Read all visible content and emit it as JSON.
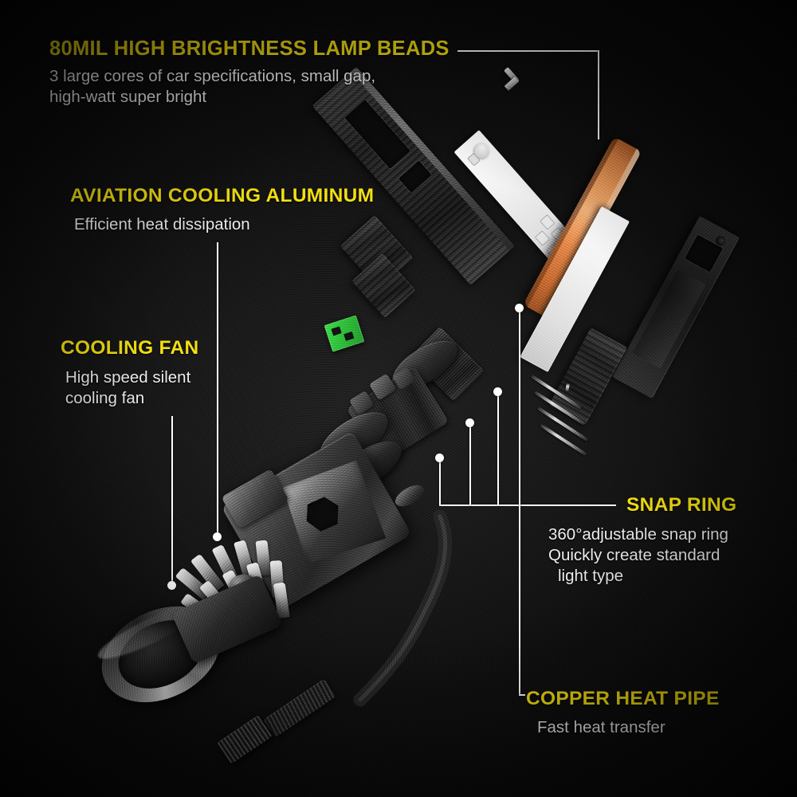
{
  "page": {
    "kind": "product-exploded-view-infographic",
    "product": "LED headlight bulb",
    "background_color": "#0d0d0d",
    "accent_color": "#f5e313",
    "body_text_color": "#f2f2f2",
    "leader_line_color": "#ffffff"
  },
  "callouts": [
    {
      "id": "lamp-beads",
      "title": "80MIL HIGH BRIGHTNESS LAMP BEADS",
      "body_lines": [
        "3 large cores of car specifications, small gap,",
        "high-watt super bright"
      ]
    },
    {
      "id": "aviation-aluminum",
      "title": "AVIATION COOLING ALUMINUM",
      "body_lines": [
        "Efficient heat dissipation"
      ]
    },
    {
      "id": "cooling-fan",
      "title": "COOLING FAN",
      "body_lines": [
        "High speed silent",
        "cooling fan"
      ]
    },
    {
      "id": "snap-ring",
      "title": "SNAP RING",
      "body_lines": [
        "360°adjustable snap ring",
        "Quickly create standard",
        "light type"
      ]
    },
    {
      "id": "copper-heat-pipe",
      "title": "COPPER HEAT PIPE",
      "body_lines": [
        "Fast heat transfer"
      ]
    }
  ],
  "parts": [
    {
      "name": "aluminum-heatsink-bar",
      "color": "#2b2b2b"
    },
    {
      "name": "led-lamp-bead-strip",
      "color": "#f4f4f4"
    },
    {
      "name": "copper-heat-pipe-bar",
      "color": "#ef9f5e"
    },
    {
      "name": "mounting-bracket",
      "color": "#262626"
    },
    {
      "name": "green-driver-connector",
      "color": "#35c641"
    },
    {
      "name": "snap-ring-spring",
      "color": "#dcdcdc"
    },
    {
      "name": "cooling-fan-blades",
      "color": "#cccccc"
    },
    {
      "name": "fan-housing",
      "color": "#4a4a4a"
    },
    {
      "name": "bezel-ring",
      "color": "#b5b5b5"
    },
    {
      "name": "power-cable-connector",
      "color": "#222222"
    }
  ]
}
